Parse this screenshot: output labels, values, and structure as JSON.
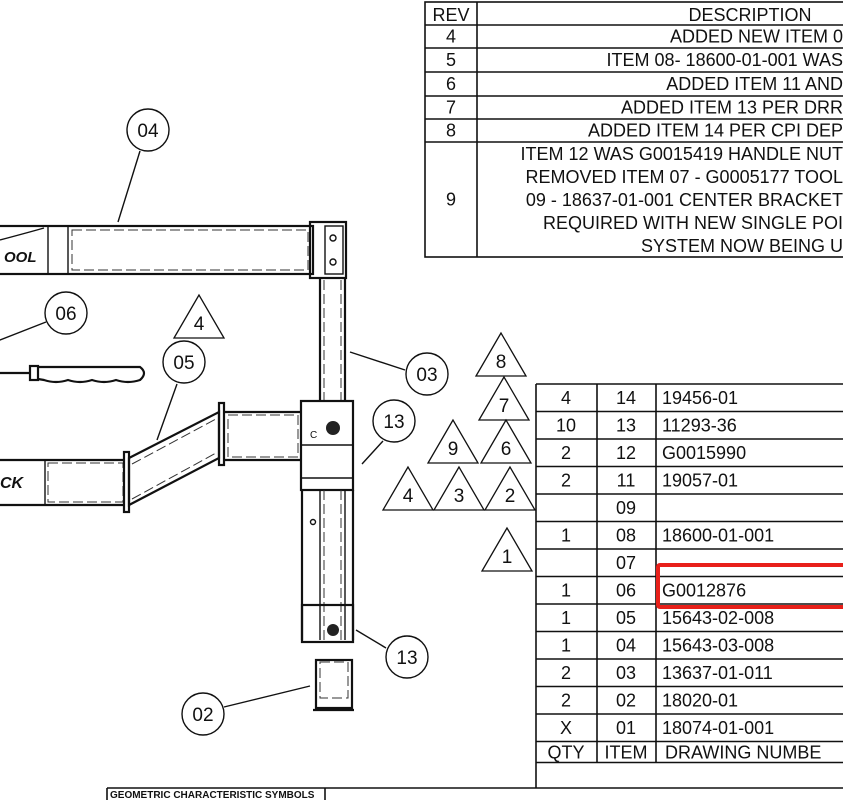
{
  "revision_table": {
    "headers": {
      "rev": "REV",
      "description": "DESCRIPTION"
    },
    "rows": [
      {
        "rev": "4",
        "lines": [
          "ADDED NEW ITEM 0"
        ]
      },
      {
        "rev": "5",
        "lines": [
          "ITEM 08- 18600-01-001 WAS"
        ]
      },
      {
        "rev": "6",
        "lines": [
          "ADDED ITEM 11 AND"
        ]
      },
      {
        "rev": "7",
        "lines": [
          "ADDED ITEM 13 PER DRR"
        ]
      },
      {
        "rev": "8",
        "lines": [
          "ADDED ITEM 14 PER CPI DEP"
        ]
      },
      {
        "rev": "9",
        "lines": [
          "ITEM 12 WAS G0015419 HANDLE NUT",
          "REMOVED ITEM 07 - G0005177 TOOL",
          "09 - 18637-01-001 CENTER BRACKET",
          "REQUIRED WITH  NEW SINGLE POI",
          "SYSTEM NOW BEING U"
        ]
      }
    ]
  },
  "bom_table": {
    "headers": {
      "qty": "QTY",
      "item": "ITEM",
      "drawing_number": "DRAWING NUMBE"
    },
    "rows": [
      {
        "qty": "4",
        "item": "14",
        "drawing_number": "19456-01"
      },
      {
        "qty": "10",
        "item": "13",
        "drawing_number": "11293-36"
      },
      {
        "qty": "2",
        "item": "12",
        "drawing_number": "G0015990"
      },
      {
        "qty": "2",
        "item": "11",
        "drawing_number": "19057-01"
      },
      {
        "qty": "",
        "item": "09",
        "drawing_number": ""
      },
      {
        "qty": "1",
        "item": "08",
        "drawing_number": "18600-01-001"
      },
      {
        "qty": "",
        "item": "07",
        "drawing_number": ""
      },
      {
        "qty": "1",
        "item": "06",
        "drawing_number": "G0012876"
      },
      {
        "qty": "1",
        "item": "05",
        "drawing_number": "15643-02-008"
      },
      {
        "qty": "1",
        "item": "04",
        "drawing_number": "15643-03-008"
      },
      {
        "qty": "2",
        "item": "03",
        "drawing_number": "13637-01-011"
      },
      {
        "qty": "2",
        "item": "02",
        "drawing_number": "18020-01"
      },
      {
        "qty": "X",
        "item": "01",
        "drawing_number": "18074-01-001"
      }
    ],
    "highlight_color": "#e8201a"
  },
  "balloons": [
    "04",
    "06",
    "05",
    "03",
    "13",
    "13",
    "02"
  ],
  "revision_triangles": [
    "4",
    "8",
    "7",
    "9",
    "6",
    "4",
    "3",
    "2",
    "1"
  ],
  "part_markings": [
    "OOL",
    "CK",
    "C"
  ],
  "title_block": {
    "gcs_label": "GEOMETRIC CHARACTERISTIC SYMBOLS"
  }
}
